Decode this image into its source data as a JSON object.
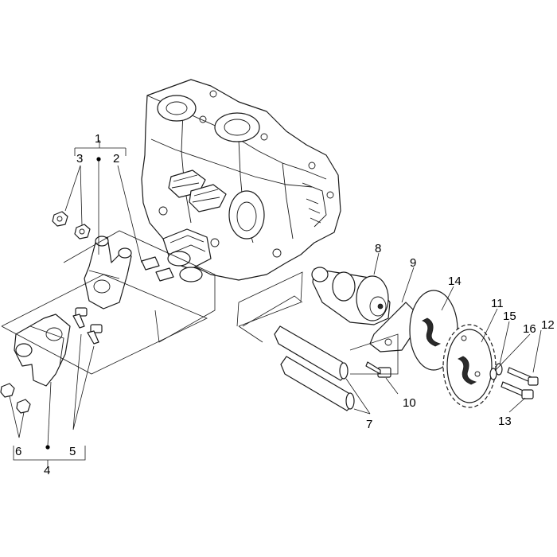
{
  "callouts": [
    "1",
    "2",
    "3",
    "4",
    "5",
    "6",
    "7",
    "8",
    "9",
    "10",
    "11",
    "12",
    "13",
    "14",
    "15",
    "16"
  ],
  "colors": {
    "line": "#1a1a1a",
    "background": "#ffffff",
    "text": "#000000"
  }
}
